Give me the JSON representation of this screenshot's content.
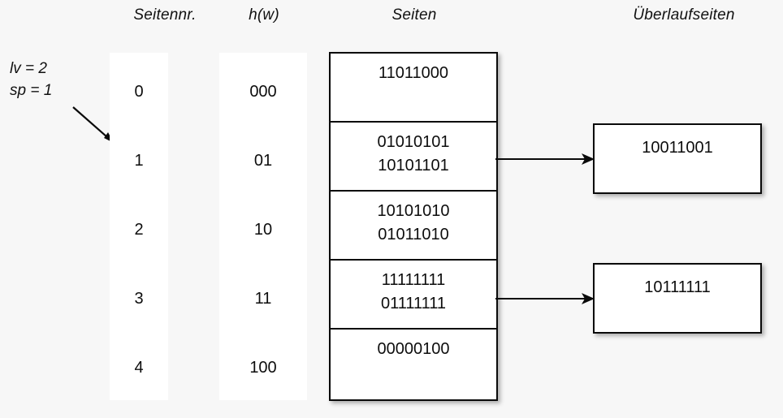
{
  "headers": {
    "seitennr": "Seitennr.",
    "hw": "h(w)",
    "seiten": "Seiten",
    "ueberlaufseiten": "Überlaufseiten"
  },
  "params": {
    "lv": "lv = 2",
    "sp": "sp = 1"
  },
  "directory": {
    "page_numbers": [
      "0",
      "1",
      "2",
      "3",
      "4"
    ],
    "hash_values": [
      "000",
      "01",
      "10",
      "11",
      "100"
    ]
  },
  "pages": [
    {
      "index": 0,
      "entries": [
        "11011000"
      ],
      "has_overflow": false
    },
    {
      "index": 1,
      "entries": [
        "01010101",
        "10101101"
      ],
      "has_overflow": true
    },
    {
      "index": 2,
      "entries": [
        "10101010",
        "01011010"
      ],
      "has_overflow": false
    },
    {
      "index": 3,
      "entries": [
        "11111111",
        "01111111"
      ],
      "has_overflow": true
    },
    {
      "index": 4,
      "entries": [
        "00000100"
      ],
      "has_overflow": false
    }
  ],
  "overflow_pages": [
    {
      "from_page": 1,
      "entries": [
        "10011001"
      ]
    },
    {
      "from_page": 3,
      "entries": [
        "10111111"
      ]
    }
  ],
  "icons": {
    "pointer_arrow": "diagonal-arrow-down-right-icon",
    "connector_arrow": "arrow-right-icon"
  },
  "colors": {
    "background": "#f7f7f7",
    "strip": "#ffffff",
    "ink": "#0a0a0a",
    "text": "#0d0d0d"
  }
}
